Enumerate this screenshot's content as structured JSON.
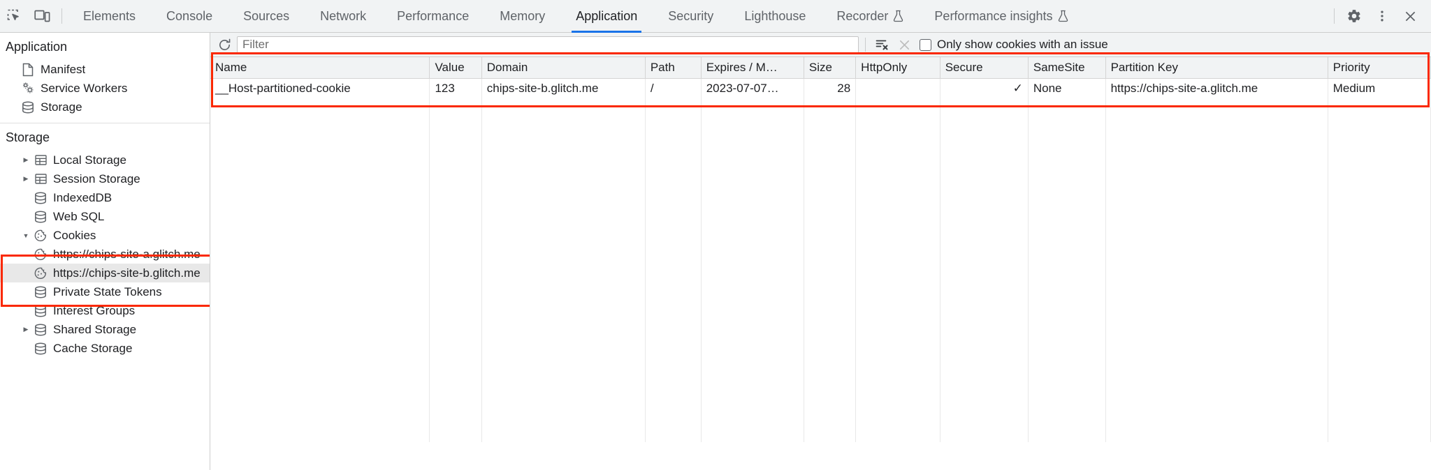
{
  "toolbar": {
    "inspect_icon": "inspect-element-icon",
    "device_icon": "device-toolbar-icon",
    "tabs": [
      {
        "label": "Elements",
        "active": false,
        "experimental": false
      },
      {
        "label": "Console",
        "active": false,
        "experimental": false
      },
      {
        "label": "Sources",
        "active": false,
        "experimental": false
      },
      {
        "label": "Network",
        "active": false,
        "experimental": false
      },
      {
        "label": "Performance",
        "active": false,
        "experimental": false
      },
      {
        "label": "Memory",
        "active": false,
        "experimental": false
      },
      {
        "label": "Application",
        "active": true,
        "experimental": false
      },
      {
        "label": "Security",
        "active": false,
        "experimental": false
      },
      {
        "label": "Lighthouse",
        "active": false,
        "experimental": false
      },
      {
        "label": "Recorder",
        "active": false,
        "experimental": true
      },
      {
        "label": "Performance insights",
        "active": false,
        "experimental": true
      }
    ],
    "settings_icon": "gear-icon",
    "more_icon": "more-vertical-icon",
    "close_icon": "close-icon",
    "active_tab_color": "#1a73e8"
  },
  "sidebar": {
    "sections": [
      {
        "title": "Application",
        "items": [
          {
            "label": "Manifest",
            "icon": "document-icon",
            "twisty": "none",
            "selected": false,
            "indent": 1
          },
          {
            "label": "Service Workers",
            "icon": "gears-icon",
            "twisty": "none",
            "selected": false,
            "indent": 1
          },
          {
            "label": "Storage",
            "icon": "database-icon",
            "twisty": "none",
            "selected": false,
            "indent": 1
          }
        ]
      },
      {
        "title": "Storage",
        "items": [
          {
            "label": "Local Storage",
            "icon": "table-icon",
            "twisty": "collapsed",
            "selected": false,
            "indent": 1
          },
          {
            "label": "Session Storage",
            "icon": "table-icon",
            "twisty": "collapsed",
            "selected": false,
            "indent": 1
          },
          {
            "label": "IndexedDB",
            "icon": "database-icon",
            "twisty": "none",
            "selected": false,
            "indent": 1
          },
          {
            "label": "Web SQL",
            "icon": "database-icon",
            "twisty": "none",
            "selected": false,
            "indent": 1
          },
          {
            "label": "Cookies",
            "icon": "cookie-icon",
            "twisty": "expanded",
            "selected": false,
            "indent": 1
          },
          {
            "label": "https://chips-site-a.glitch.me",
            "icon": "cookie-icon",
            "twisty": "none",
            "selected": false,
            "indent": 2
          },
          {
            "label": "https://chips-site-b.glitch.me",
            "icon": "cookie-icon",
            "twisty": "none",
            "selected": true,
            "indent": 2
          },
          {
            "label": "Private State Tokens",
            "icon": "database-icon",
            "twisty": "none",
            "selected": false,
            "indent": 1
          },
          {
            "label": "Interest Groups",
            "icon": "database-icon",
            "twisty": "none",
            "selected": false,
            "indent": 1
          },
          {
            "label": "Shared Storage",
            "icon": "database-icon",
            "twisty": "collapsed",
            "selected": false,
            "indent": 1
          },
          {
            "label": "Cache Storage",
            "icon": "database-icon",
            "twisty": "none",
            "selected": false,
            "indent": 1
          }
        ]
      }
    ]
  },
  "filterbar": {
    "refresh_icon": "refresh-icon",
    "filter_placeholder": "Filter",
    "filter_value": "",
    "clear_all_icon": "clear-all-cookies-icon",
    "delete_icon": "delete-selected-icon",
    "checkbox_label": "Only show cookies with an issue",
    "checkbox_checked": false
  },
  "table": {
    "columns": [
      {
        "label": "Name",
        "align": "left"
      },
      {
        "label": "Value",
        "align": "left"
      },
      {
        "label": "Domain",
        "align": "left"
      },
      {
        "label": "Path",
        "align": "left"
      },
      {
        "label": "Expires / M…",
        "align": "left"
      },
      {
        "label": "Size",
        "align": "right"
      },
      {
        "label": "HttpOnly",
        "align": "left"
      },
      {
        "label": "Secure",
        "align": "right"
      },
      {
        "label": "SameSite",
        "align": "left"
      },
      {
        "label": "Partition Key",
        "align": "left"
      },
      {
        "label": "Priority",
        "align": "left"
      }
    ],
    "rows": [
      {
        "name": "__Host-partitioned-cookie",
        "value": "123",
        "domain": "chips-site-b.glitch.me",
        "path": "/",
        "expires": "2023-07-07…",
        "size": "28",
        "httponly": "",
        "secure": "✓",
        "samesite": "None",
        "partition_key": "https://chips-site-a.glitch.me",
        "priority": "Medium"
      }
    ]
  },
  "annotations": {
    "color": "#fa2800",
    "boxes": [
      "cookies-tree-highlight",
      "cookies-table-highlight"
    ]
  }
}
